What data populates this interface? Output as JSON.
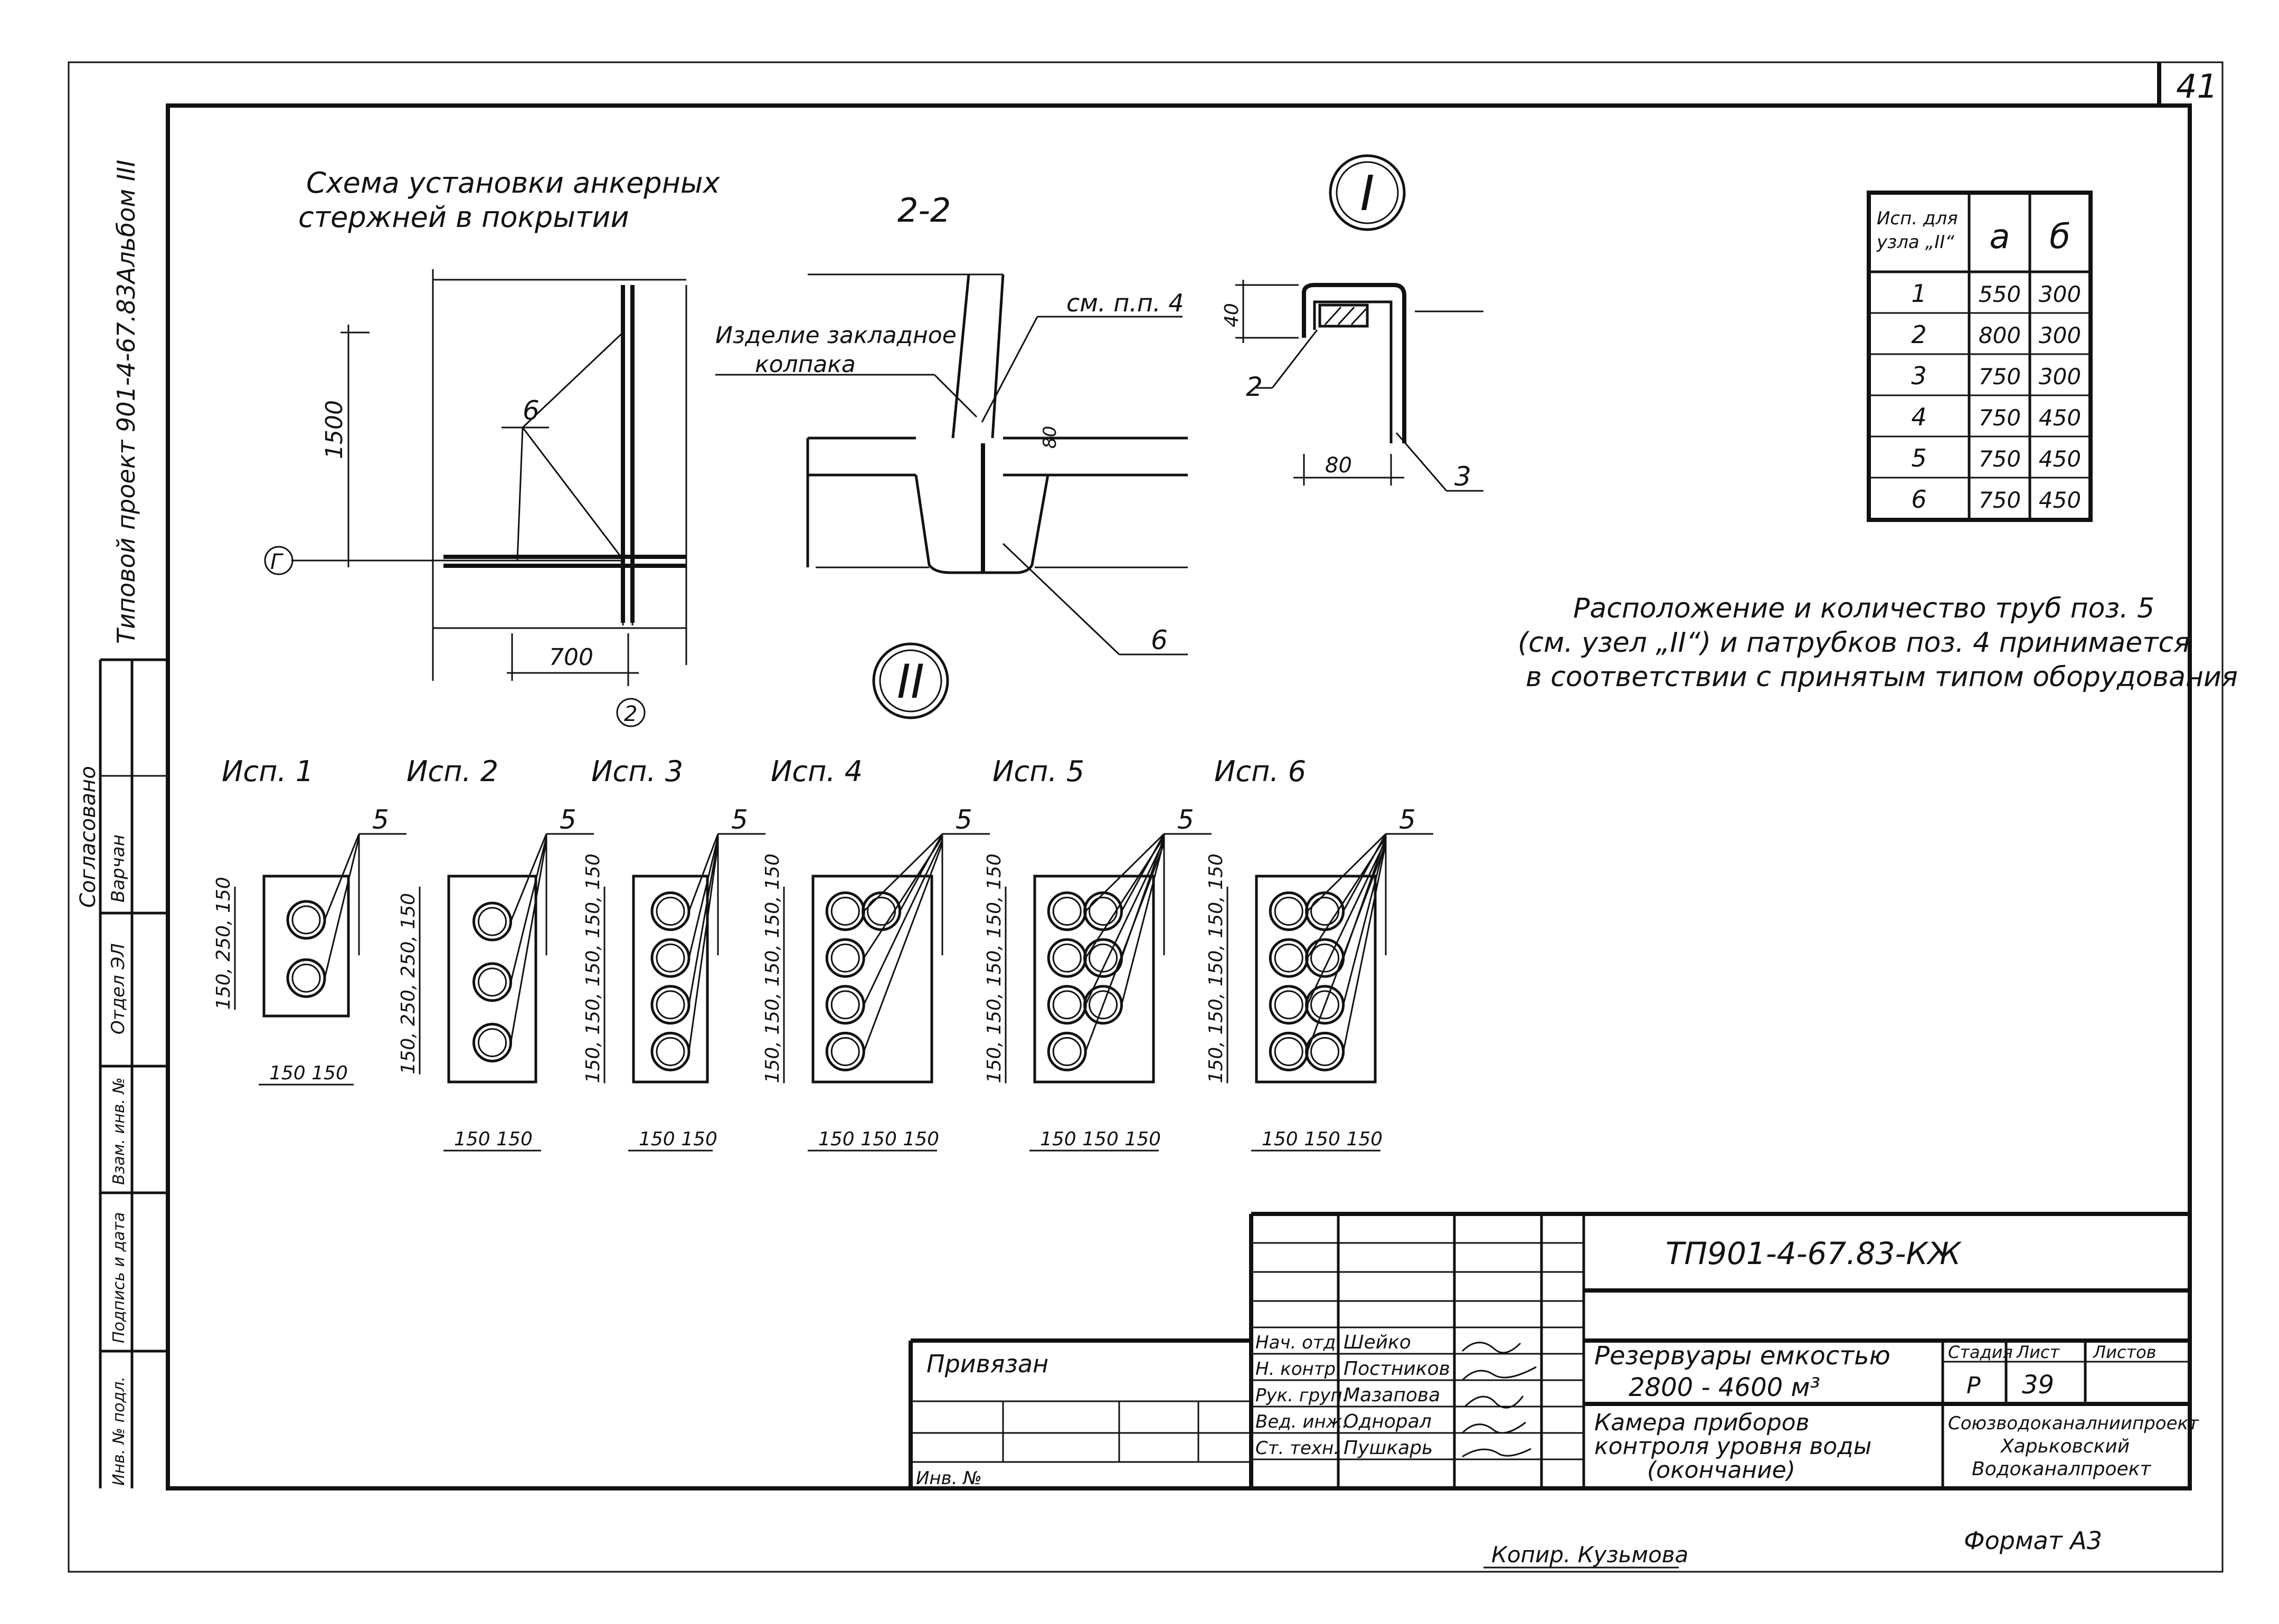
{
  "sheet": {
    "page_number": "41",
    "format": "Формат А3",
    "copied": "Копир. Кузьмова"
  },
  "side_stamp": {
    "project": "Типовой проект 901-4-67.83Альбом III",
    "agreed": "Согласовано",
    "dept": "Отдел ЭЛ",
    "person": "Варчан",
    "inv_replace": "Взам. инв. №",
    "signature_date": "Подпись и дата",
    "inv_orig": "Инв. № подл."
  },
  "drawings": {
    "anchor_title_1": "Схема установки анкерных",
    "anchor_title_2": "стержней в покрытии",
    "dim_1500": "1500",
    "dim_700": "700",
    "label_6": "6",
    "axis_g": "Г",
    "axis_2": "2",
    "section_title": "2-2",
    "embedded_1": "Изделие закладное",
    "embedded_2": "колпака",
    "see_pp4": "см. п.п. 4",
    "dim_80": "80",
    "node_1": "I",
    "node_2": "II",
    "n1_dim_40": "40",
    "n1_dim_80": "80",
    "n1_label_2": "2",
    "n1_label_3": "3",
    "note_1": "Расположение и количество труб поз. 5",
    "note_2": "(см. узел „II“) и патрубков поз. 4 принимается",
    "note_3": "в соответствии с принятым типом оборудования"
  },
  "variants": [
    {
      "label": "Исп. 1",
      "pos": "5",
      "vdims": "150, 250, 150",
      "hdims": "150 150"
    },
    {
      "label": "Исп. 2",
      "pos": "5",
      "vdims": "150, 250, 250, 150",
      "hdims": "150 150"
    },
    {
      "label": "Исп. 3",
      "pos": "5",
      "vdims": "150, 150, 150, 150, 150",
      "hdims": "150 150"
    },
    {
      "label": "Исп. 4",
      "pos": "5",
      "vdims": "150, 150, 150, 150, 150",
      "hdims": "150 150 150"
    },
    {
      "label": "Исп. 5",
      "pos": "5",
      "vdims": "150, 150, 150, 150, 150",
      "hdims": "150 150 150"
    },
    {
      "label": "Исп. 6",
      "pos": "5",
      "vdims": "150, 150, 150, 150, 150",
      "hdims": "150 150 150"
    }
  ],
  "table": {
    "h_isp_1": "Исп. для",
    "h_isp_2": "узла „II“",
    "h_a": "а",
    "h_b": "б",
    "rows": [
      {
        "isp": "1",
        "a": "550",
        "b": "300"
      },
      {
        "isp": "2",
        "a": "800",
        "b": "300"
      },
      {
        "isp": "3",
        "a": "750",
        "b": "300"
      },
      {
        "isp": "4",
        "a": "750",
        "b": "450"
      },
      {
        "isp": "5",
        "a": "750",
        "b": "450"
      },
      {
        "isp": "6",
        "a": "750",
        "b": "450"
      }
    ]
  },
  "title_block": {
    "code": "ТП901-4-67.83-КЖ",
    "privyazan": "Привязан",
    "inv_no": "Инв. №",
    "roles": [
      "Нач. отд.",
      "Н. контр.",
      "Рук. груп.",
      "Вед. инж.",
      "Ст. техн."
    ],
    "names": [
      "Шейко",
      "Постников",
      "Мазапова",
      "Однорал",
      "Пушкарь"
    ],
    "obj_1": "Резервуары емкостью",
    "obj_2": "2800 - 4600 м³",
    "sheet_1": "Камера приборов",
    "sheet_2": "контроля уровня воды",
    "sheet_3": "(окончание)",
    "h_stage": "Стадия",
    "h_sheet": "Лист",
    "h_sheets": "Листов",
    "stage": "Р",
    "sheet_no": "39",
    "org_1": "Союзводоканалниипроект",
    "org_2": "Харьковский",
    "org_3": "Водоканалпроект"
  }
}
